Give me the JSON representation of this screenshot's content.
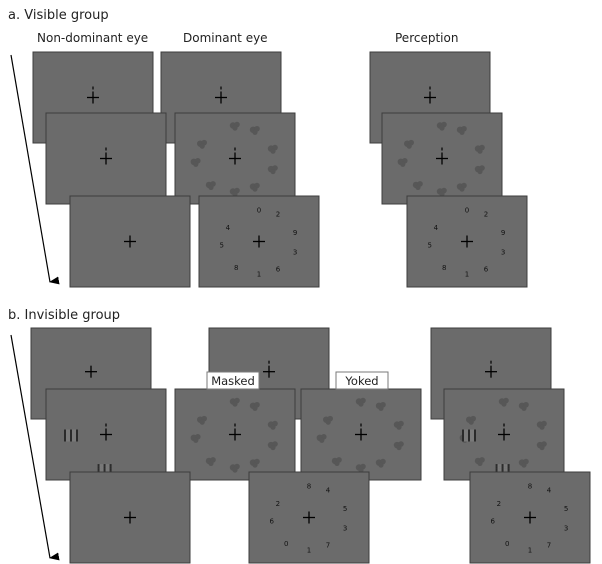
{
  "panel_a": {
    "title": "a. Visible group",
    "headers": {
      "non_dominant": "Non-dominant eye",
      "dominant": "Dominant eye",
      "perception": "Perception"
    },
    "digits": [
      "0",
      "2",
      "4",
      "9",
      "5",
      "3",
      "8",
      "6",
      "1"
    ]
  },
  "panel_b": {
    "title": "b. Invisible group",
    "labels": {
      "masked": "Masked",
      "yoked": "Yoked"
    },
    "digits": [
      "8",
      "4",
      "2",
      "5",
      "6",
      "3",
      "0",
      "7",
      "1"
    ]
  },
  "colors": {
    "screen_fill": "#6b6b6b",
    "screen_border": "#3c3c3c",
    "fixation": "#000000",
    "shape_fill": "#575757",
    "label_box_border": "#7a7a7a"
  }
}
